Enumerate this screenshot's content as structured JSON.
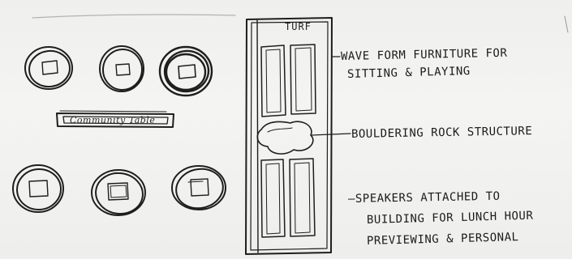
{
  "sketch": {
    "turf_label": "TURF",
    "table_label": "Community Table",
    "notes": [
      "WAVE FORM FURNITURE FOR",
      "SITTING & PLAYING",
      "BOULDERING ROCK STRUCTURE",
      "—SPEAKERS ATTACHED TO",
      "BUILDING FOR LUNCH HOUR",
      "PREVIEWING & PERSONAL"
    ]
  }
}
